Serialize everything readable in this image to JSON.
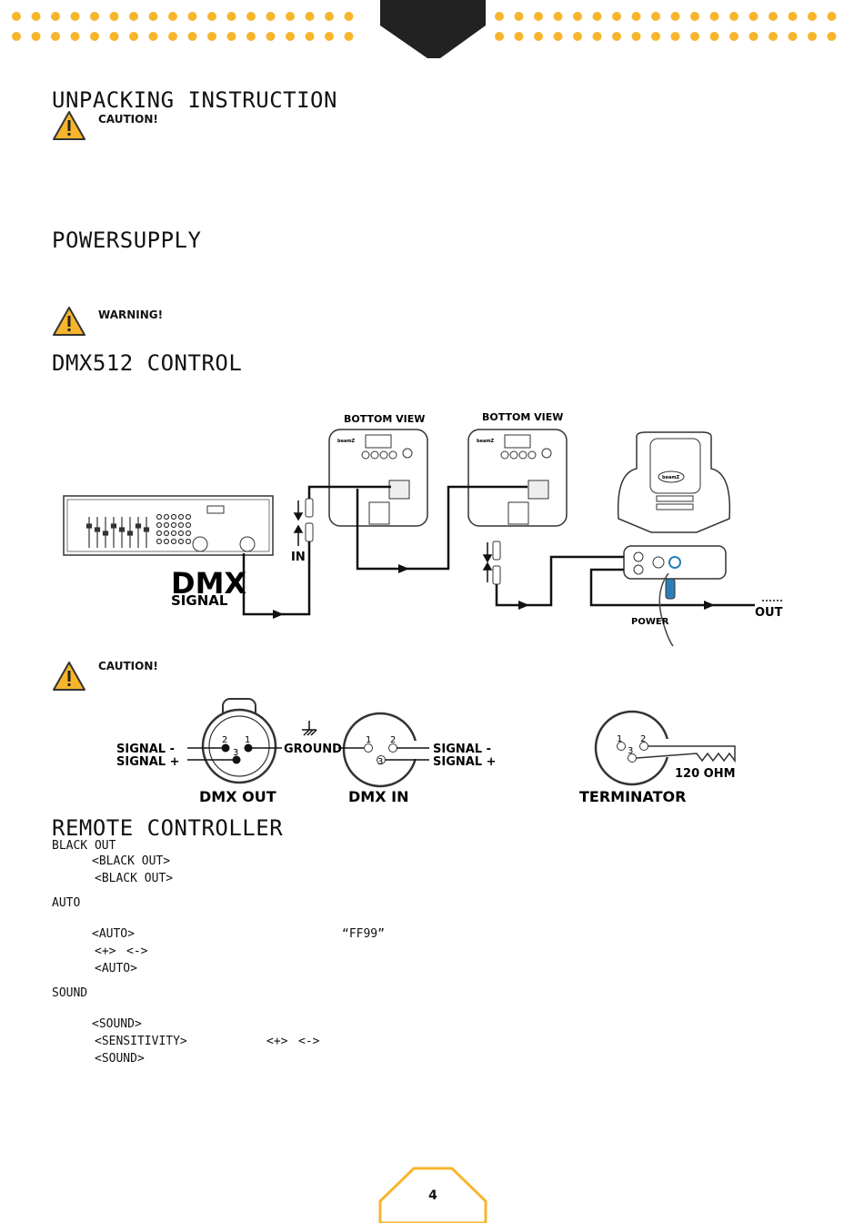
{
  "headings": {
    "unpacking": "UNPACKING INSTRUCTION",
    "powersupply": "POWERSUPPLY",
    "dmx": "DMX512 CONTROL",
    "remote": "REMOTE CONTROLLER"
  },
  "alerts": {
    "caution_1": "CAUTION!",
    "warning": "WARNING!",
    "caution_2": "CAUTION!"
  },
  "diagram": {
    "bottom_view_1": "BOTTOM VIEW",
    "bottom_view_2": "BOTTOM VIEW",
    "in_label": "IN",
    "dmx_big": "DMX",
    "signal_label": "SIGNAL",
    "out_label": "OUT",
    "power_label": "POWER",
    "brand": "beamZ"
  },
  "connectors": {
    "signal_minus_left": "SIGNAL -",
    "signal_plus_left": "SIGNAL +",
    "ground": "GROUND",
    "signal_minus_right": "SIGNAL -",
    "signal_plus_right": "SIGNAL +",
    "dmx_out": "DMX OUT",
    "dmx_in": "DMX IN",
    "terminator": "TERMINATOR",
    "ohm": "120 OHM",
    "pin1": "1",
    "pin2": "2",
    "pin3": "3"
  },
  "remote": {
    "black_out_title": "BLACK OUT",
    "black_out_1": "<BLACK OUT>",
    "black_out_2": "<BLACK OUT>",
    "auto_title": "AUTO",
    "auto_1": "<AUTO>",
    "auto_code": "“FF99”",
    "auto_plus": "<+>",
    "auto_minus": "<->",
    "auto_3": "<AUTO>",
    "sound_title": "SOUND",
    "sound_1": "<SOUND>",
    "sensitivity": "<SENSITIVITY>",
    "sound_plus": "<+>",
    "sound_minus": "<->",
    "sound_3": "<SOUND>"
  },
  "footer": {
    "page_number": "4"
  },
  "colors": {
    "accent": "#F7B52C",
    "dark": "#222222"
  }
}
